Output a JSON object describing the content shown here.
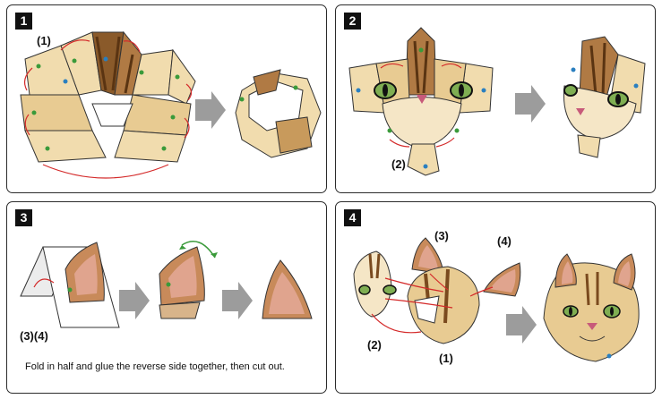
{
  "steps": [
    {
      "number": "1",
      "labels": {
        "a": "(1)"
      }
    },
    {
      "number": "2",
      "labels": {
        "a": "(2)"
      }
    },
    {
      "number": "3",
      "labels": {
        "a": "(3)(4)"
      },
      "instruction": "Fold in half and glue the reverse side together, then cut out."
    },
    {
      "number": "4",
      "labels": {
        "a": "(3)",
        "b": "(4)",
        "c": "(2)",
        "d": "(1)"
      }
    }
  ],
  "colors": {
    "panel_border": "#2b2b2b",
    "paper_tan": "#f1dcae",
    "stripe_brown": "#7a4a1e",
    "arrow_red": "#d42a2a",
    "arrow_green": "#3a9a3a",
    "next_arrow_gray": "#9c9c9c",
    "tab_dot_blue": "#2a7fc0",
    "tab_dot_green": "#3a9a3a",
    "ear_pink": "#e0a48e"
  }
}
